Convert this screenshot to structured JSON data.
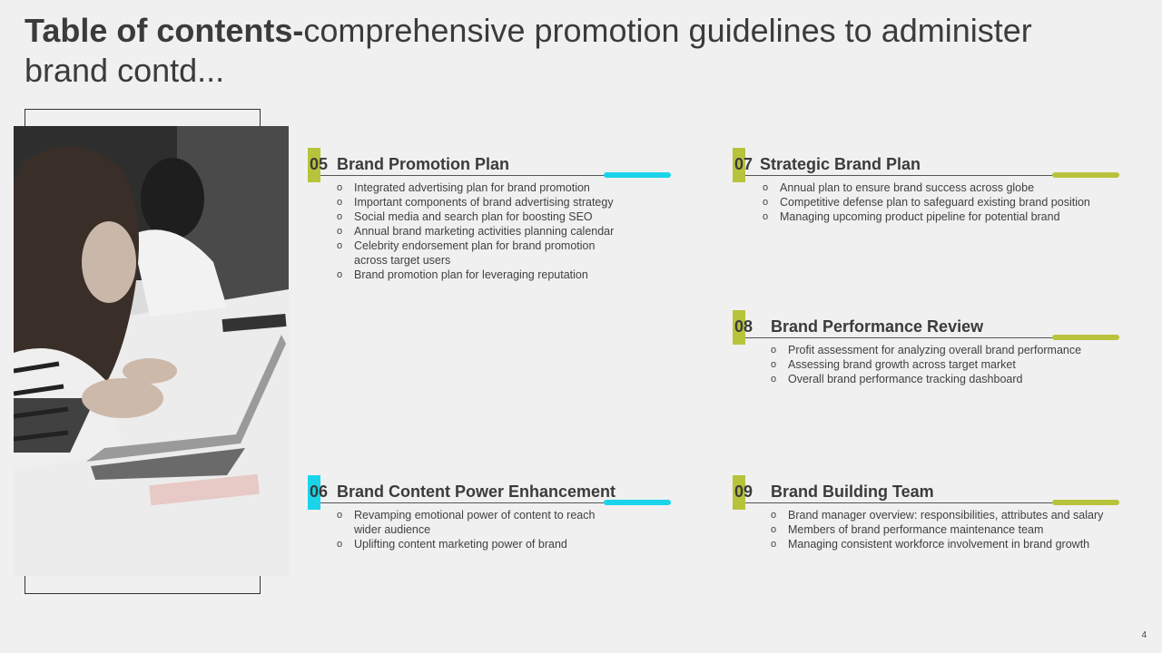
{
  "header": {
    "title_bold": "Table of contents-",
    "title_rest": "comprehensive promotion guidelines to administer brand contd..."
  },
  "colors": {
    "accent_green": "#b8c33c",
    "accent_cyan": "#1ad4ea"
  },
  "sections": [
    {
      "num": "05",
      "title": "Brand Promotion Plan",
      "accent": "#b8c33c",
      "pill": "#1ad4ea",
      "items": [
        "Integrated advertising  plan for brand promotion",
        "Important components of brand advertising strategy",
        "Social media and search plan for boosting SEO",
        "Annual brand marketing activities planning calendar",
        "Celebrity endorsement plan for brand promotion across target users",
        "Brand promotion  plan for leveraging  reputation"
      ]
    },
    {
      "num": "06",
      "title": "Brand Content Power Enhancement",
      "accent": "#1ad4ea",
      "pill": "#1ad4ea",
      "items": [
        "Revamping  emotional power  of content to reach wider audience",
        "Uplifting content marketing power of brand"
      ]
    },
    {
      "num": "07",
      "title": "Strategic Brand Plan",
      "accent": "#b8c33c",
      "pill": "#b8c33c",
      "items": [
        "Annual plan to ensure brand  success across globe",
        "Competitive defense plan to safeguard  existing brand position",
        "Managing upcoming product pipeline for potential brand"
      ]
    },
    {
      "num": "08",
      "title": "Brand Performance Review",
      "accent": "#b8c33c",
      "pill": "#b8c33c",
      "items": [
        "Profit assessment for analyzing overall  brand performance",
        "Assessing brand  growth across target market",
        "Overall  brand  performance  tracking dashboard"
      ]
    },
    {
      "num": "09",
      "title": "Brand Building Team",
      "accent": "#b8c33c",
      "pill": "#b8c33c",
      "items": [
        "Brand manager overview:  responsibilities, attributes and salary",
        "Members of brand performance  maintenance team",
        "Managing consistent workforce involvement  in brand growth"
      ]
    }
  ],
  "footer": {
    "page_number": "4"
  }
}
